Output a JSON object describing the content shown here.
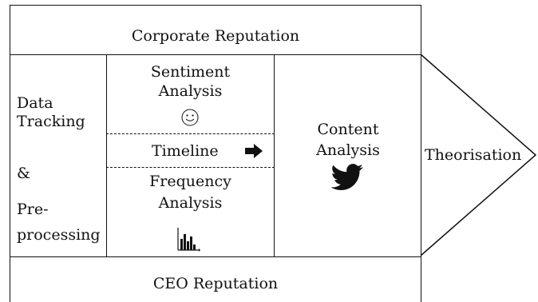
{
  "diagram": {
    "top_banner": "Corporate Reputation",
    "bottom_banner": "CEO Reputation",
    "left_column": {
      "line1": "Data",
      "line2": "Tracking",
      "line3": "&",
      "line4": "Pre-",
      "line5": "processing"
    },
    "sentiment": {
      "line1": "Sentiment",
      "line2": "Analysis",
      "icon": "smiley-icon"
    },
    "timeline": {
      "label": "Timeline",
      "icon": "right-arrow-icon"
    },
    "frequency": {
      "line1": "Frequency",
      "line2": "Analysis",
      "icon": "bar-chart-icon"
    },
    "content": {
      "line1": "Content",
      "line2": "Analysis",
      "icon": "twitter-bird-icon"
    },
    "output": {
      "label": "Theorisation"
    }
  }
}
